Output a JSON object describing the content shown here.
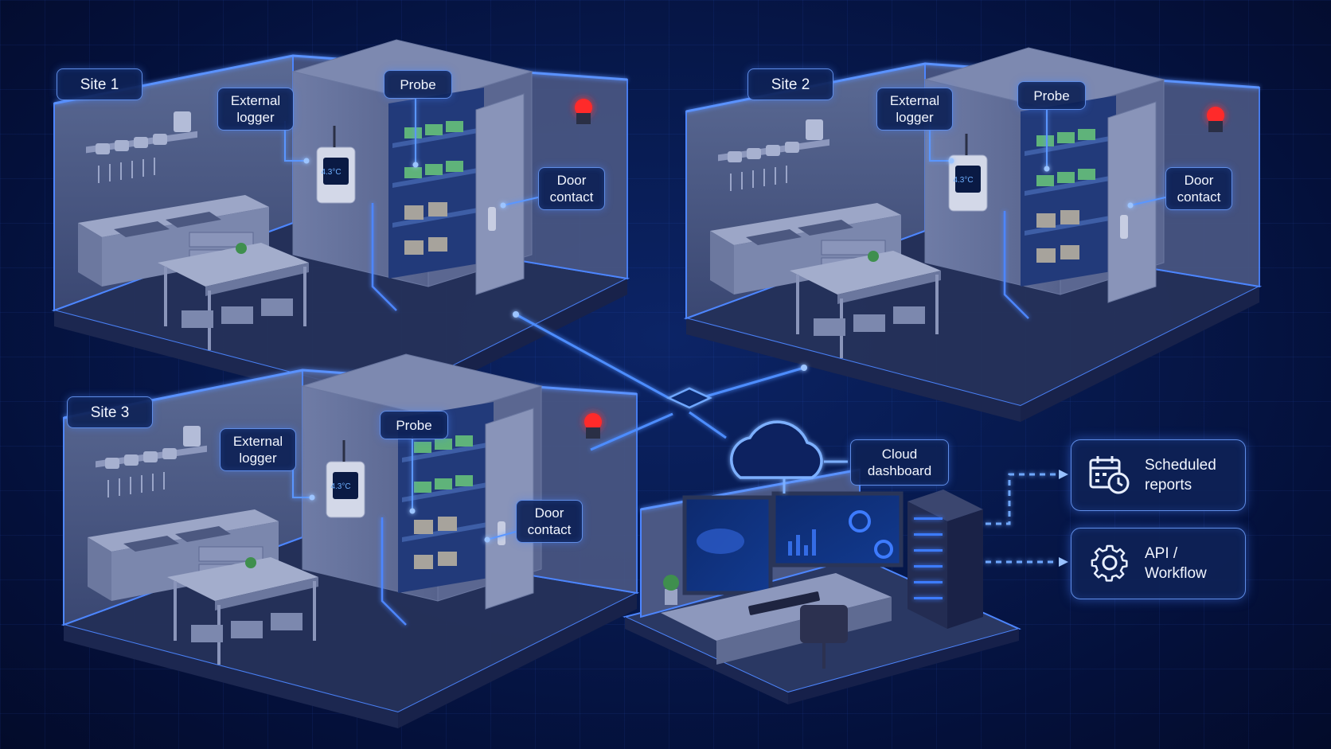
{
  "sites": [
    {
      "name": "Site 1",
      "external_logger": "External\nlogger",
      "probe": "Probe",
      "door_contact": "Door\ncontact",
      "logger_reading": "4.3°C"
    },
    {
      "name": "Site 2",
      "external_logger": "External\nlogger",
      "probe": "Probe",
      "door_contact": "Door\ncontact",
      "logger_reading": "4.3°C"
    },
    {
      "name": "Site 3",
      "external_logger": "External\nlogger",
      "probe": "Probe",
      "door_contact": "Door\ncontact",
      "logger_reading": "4.3°C"
    }
  ],
  "cloud": {
    "label": "Cloud\ndashboard",
    "icon": "cloud-icon"
  },
  "outputs": [
    {
      "label": "Scheduled\nreports",
      "icon": "calendar-clock-icon"
    },
    {
      "label": "API /\nWorkflow",
      "icon": "gear-icon"
    }
  ],
  "colors": {
    "background": "#061545",
    "accent_glow": "#3d7bff",
    "label_border": "#6ea0ff",
    "alarm_red": "#ff2a2a"
  }
}
